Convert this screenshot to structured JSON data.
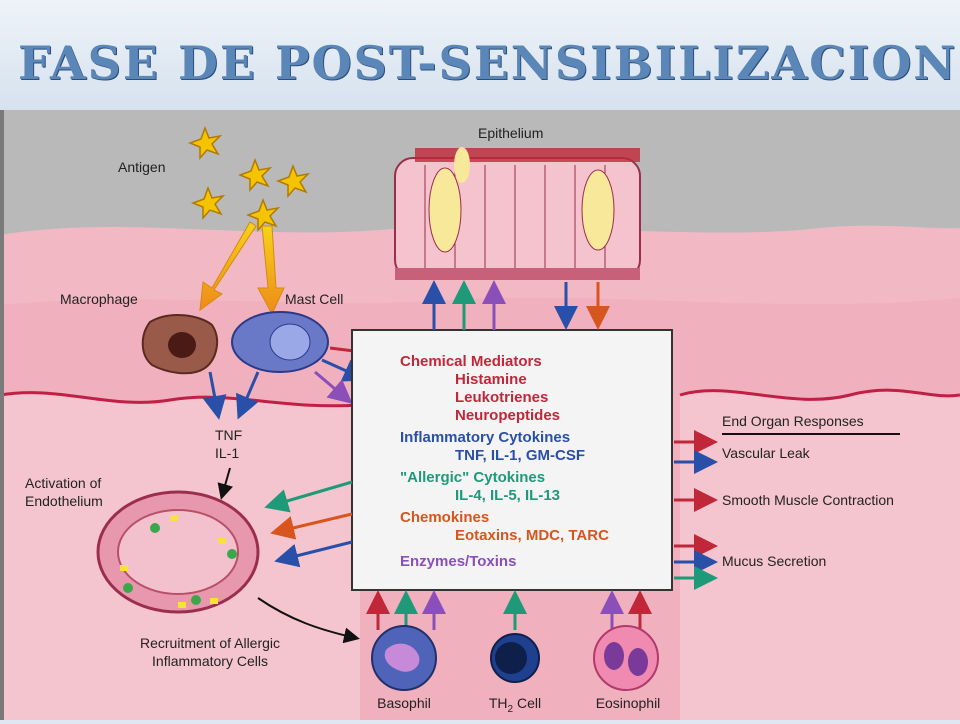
{
  "title": "FASE DE POST-SENSIBILIZACION",
  "labels": {
    "epithelium": "Epithelium",
    "antigen": "Antigen",
    "macrophage": "Macrophage",
    "mast_cell": "Mast Cell",
    "tnf": "TNF",
    "il1": "IL-1",
    "activation_1": "Activation of",
    "activation_2": "Endothelium",
    "recruitment_1": "Recruitment of Allergic",
    "recruitment_2": "Inflammatory Cells",
    "basophil": "Basophil",
    "th2_cell": "TH",
    "th2_sub": "2",
    "th2_suffix": " Cell",
    "eosinophil": "Eosinophil"
  },
  "mediators": {
    "chemical_heading": "Chemical Mediators",
    "chemical_items": [
      "Histamine",
      "Leukotrienes",
      "Neuropeptides"
    ],
    "cytokines_heading": "Inflammatory Cytokines",
    "cytokines_items": "TNF, IL-1, GM-CSF",
    "allergic_heading": "\"Allergic\" Cytokines",
    "allergic_items": "IL-4, IL-5, IL-13",
    "chemokines_heading": "Chemokines",
    "chemokines_items": "Eotaxins, MDC, TARC",
    "enzymes": "Enzymes/Toxins"
  },
  "responses": {
    "heading": "End Organ Responses",
    "items": [
      "Vascular Leak",
      "Smooth Muscle Contraction",
      "Mucus Secretion"
    ]
  },
  "colors": {
    "chemical": "#c0283a",
    "cytokines": "#2a4fa8",
    "allergic": "#1f9a78",
    "chemokines": "#d8561e",
    "enzymes": "#8a4fb8",
    "title": "#5b86b8"
  }
}
